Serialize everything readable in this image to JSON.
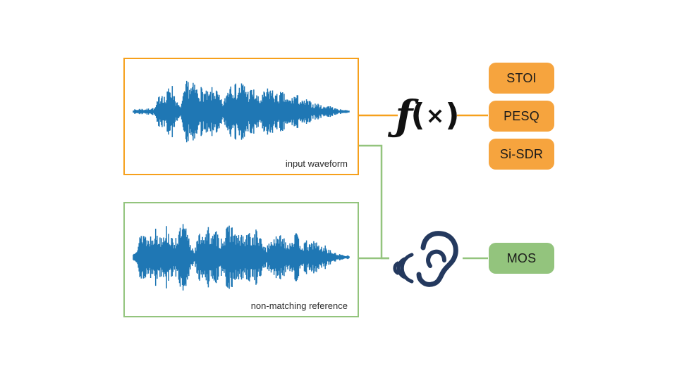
{
  "diagram": {
    "input_box": {
      "label": "input waveform"
    },
    "reference_box": {
      "label": "non-matching reference"
    },
    "fx_icon": {
      "f": "ƒ",
      "open": "(",
      "x": "×",
      "close": ")"
    },
    "metrics_objective": [
      {
        "label": "STOI"
      },
      {
        "label": "PESQ"
      },
      {
        "label": "Si-SDR"
      }
    ],
    "metric_subjective": {
      "label": "MOS"
    },
    "icons": {
      "fx": "function-icon",
      "ear": "ear-listening-icon"
    },
    "colors": {
      "orange": "#F6A43E",
      "orange_border": "#F6A01C",
      "green": "#93C47D",
      "waveform_blue": "#1F77B4",
      "ear_navy": "#24395E"
    }
  },
  "waveforms": {
    "input": {
      "envelope": [
        0.06,
        0.05,
        0.08,
        0.06,
        0.07,
        0.1,
        0.08,
        0.35,
        0.55,
        0.3,
        0.75,
        0.6,
        0.25,
        0.12,
        0.45,
        0.8,
        0.65,
        0.7,
        0.55,
        0.6,
        0.5,
        0.45,
        0.6,
        0.55,
        0.35,
        0.2,
        0.55,
        0.85,
        0.7,
        0.6,
        0.75,
        0.65,
        0.5,
        0.6,
        0.45,
        0.3,
        0.45,
        0.55,
        0.6,
        0.5,
        0.4,
        0.5,
        0.4,
        0.3,
        0.35,
        0.45,
        0.35,
        0.25,
        0.3,
        0.25,
        0.18,
        0.22,
        0.15,
        0.12,
        0.18,
        0.12,
        0.08,
        0.06,
        0.05,
        0.04
      ]
    },
    "reference": {
      "envelope": [
        0.08,
        0.3,
        0.55,
        0.7,
        0.45,
        0.6,
        0.75,
        0.5,
        0.65,
        0.8,
        0.6,
        0.4,
        0.55,
        0.7,
        0.85,
        0.6,
        0.3,
        0.2,
        0.5,
        0.7,
        0.6,
        0.75,
        0.55,
        0.65,
        0.45,
        0.55,
        0.7,
        0.9,
        0.65,
        0.5,
        0.6,
        0.45,
        0.65,
        0.55,
        0.7,
        0.5,
        0.35,
        0.25,
        0.4,
        0.55,
        0.45,
        0.6,
        0.5,
        0.35,
        0.5,
        0.6,
        0.45,
        0.3,
        0.4,
        0.3,
        0.45,
        0.35,
        0.25,
        0.3,
        0.2,
        0.15,
        0.1,
        0.08,
        0.06,
        0.05
      ]
    }
  }
}
